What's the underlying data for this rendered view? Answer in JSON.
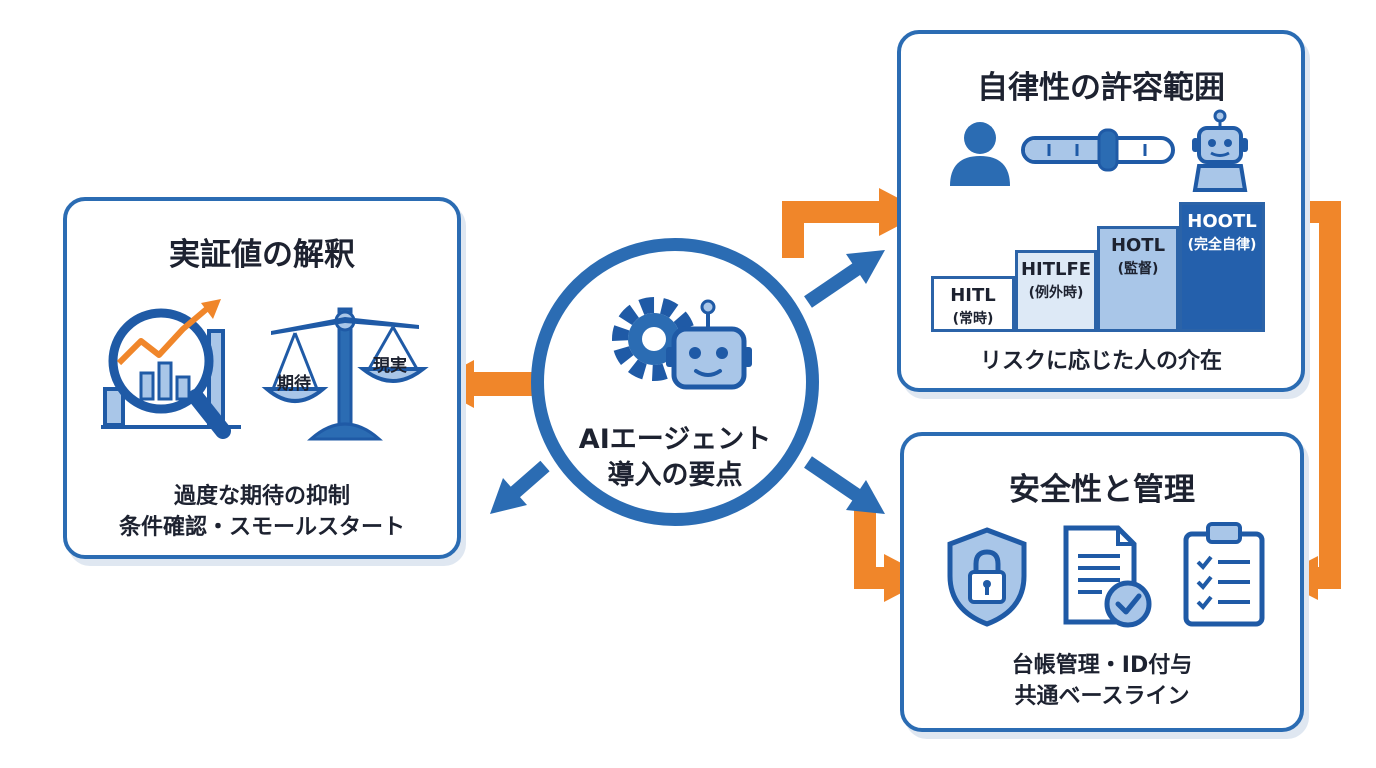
{
  "center": {
    "line1": "AIエージェント",
    "line2": "導入の要点"
  },
  "left_card": {
    "title": "実証値の解釈",
    "scale_left_label": "期待",
    "scale_right_label": "現実",
    "caption_line1": "過度な期待の抑制",
    "caption_line2": "条件確認・スモールスタート"
  },
  "top_right_card": {
    "title": "自律性の許容範囲",
    "steps": [
      {
        "name": "HITL",
        "sub": "(常時)"
      },
      {
        "name": "HITLFE",
        "sub": "(例外時)"
      },
      {
        "name": "HOTL",
        "sub": "(監督)"
      },
      {
        "name": "HOOTL",
        "sub": "(完全自律)"
      }
    ],
    "caption": "リスクに応じた人の介在"
  },
  "bottom_right_card": {
    "title": "安全性と管理",
    "caption_line1": "台帳管理・ID付与",
    "caption_line2": "共通ベースライン"
  },
  "colors": {
    "primary_blue": "#2b6cb3",
    "dark_blue": "#1f5aa6",
    "light_blue": "#a9c6e8",
    "accent_orange": "#f0862a"
  },
  "icons": [
    "analytics-magnifier-icon",
    "balance-scale-icon",
    "person-icon",
    "slider-icon",
    "robot-icon",
    "gear-icon",
    "shield-lock-icon",
    "document-check-icon",
    "clipboard-checklist-icon"
  ]
}
